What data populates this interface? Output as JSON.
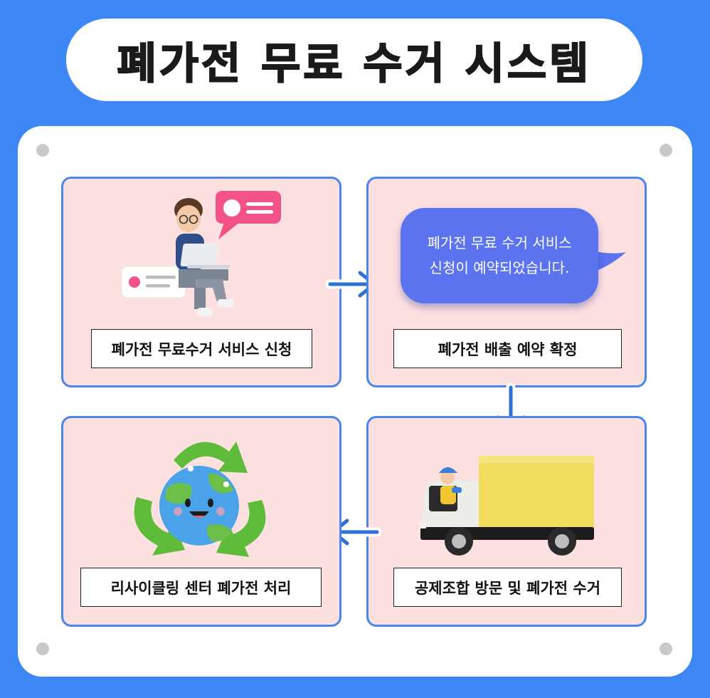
{
  "title": "폐가전 무료 수거 시스템",
  "steps": [
    {
      "label": "폐가전 무료수거 서비스 신청"
    },
    {
      "label": "폐가전 배출 예약 확정"
    },
    {
      "label": "공제조합 방문 및 폐가전 수거"
    },
    {
      "label": "리사이클링 센터 폐가전 처리"
    }
  ],
  "bubble": {
    "line1": "폐가전 무료 수거 서비스",
    "line2": "신청이 예약되었습니다."
  },
  "colors": {
    "background": "#3d87f5",
    "card_fill": "#fde0e0",
    "card_border": "#4a86e8",
    "bubble": "#5b73ee",
    "arrow": "#2f6fd6"
  },
  "icons": [
    "person-laptop-illustration",
    "chat-bubble-icon",
    "delivery-truck-illustration",
    "recycling-earth-illustration"
  ]
}
